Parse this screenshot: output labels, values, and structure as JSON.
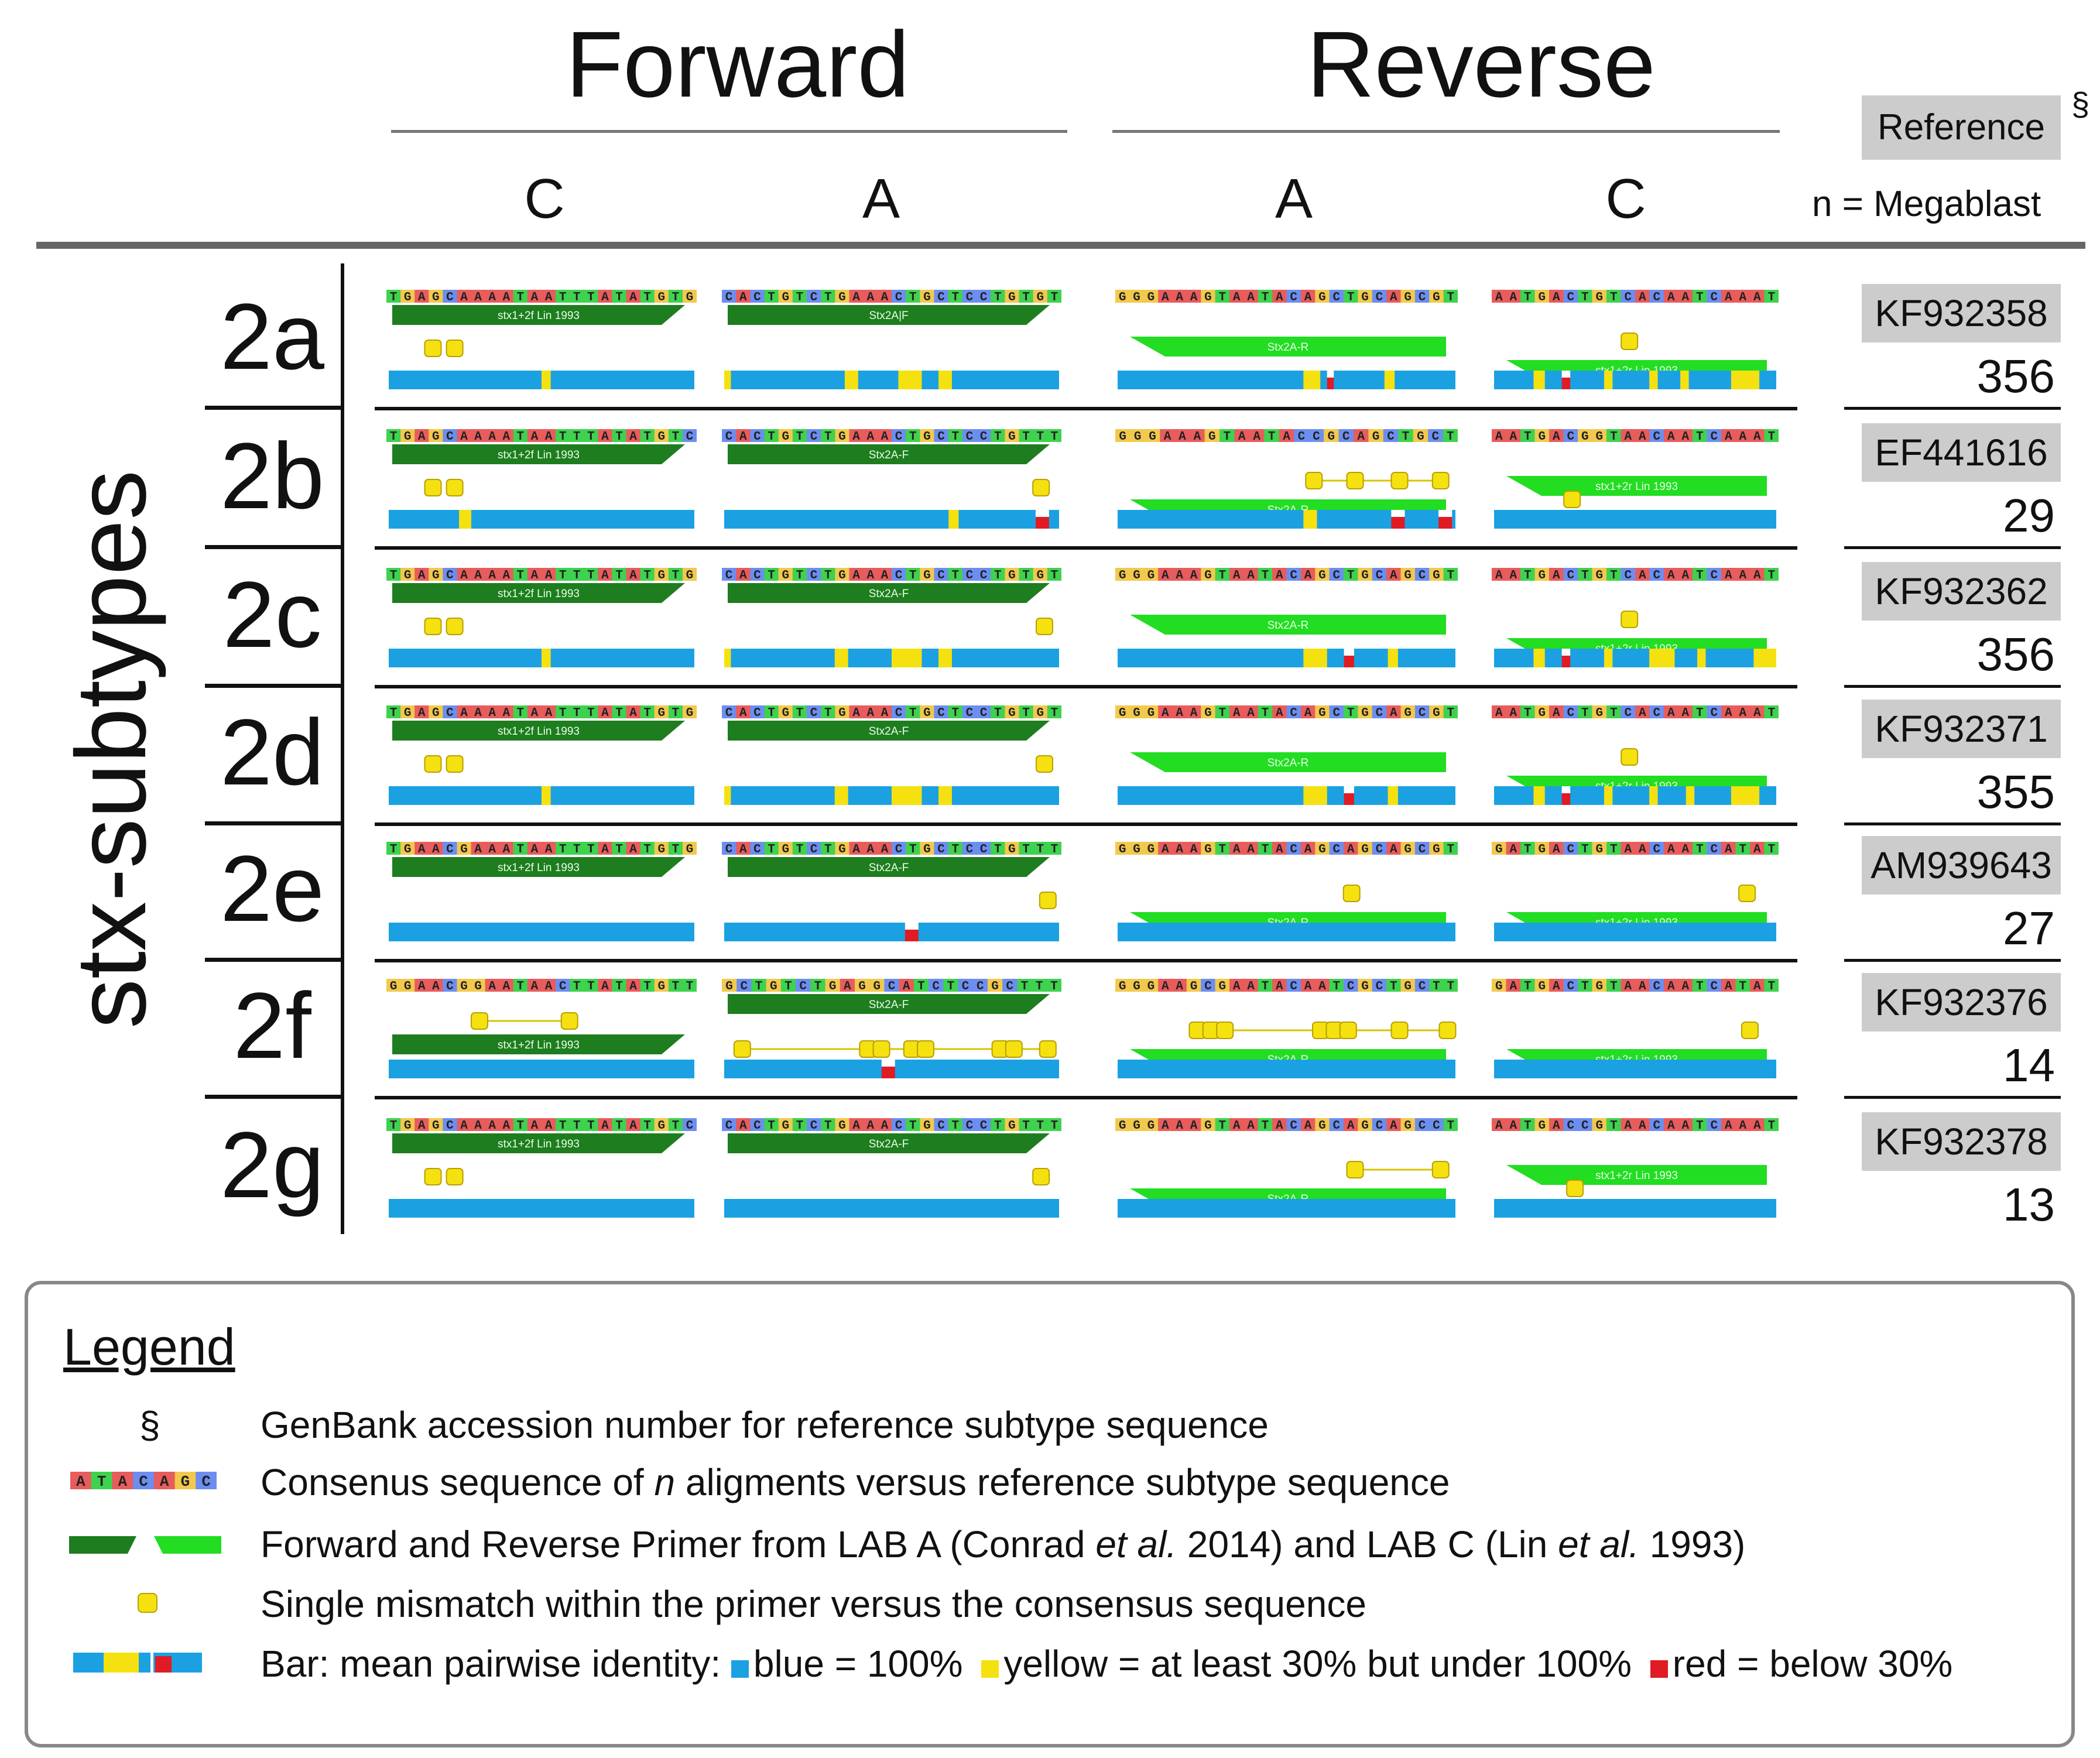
{
  "header": {
    "forward": "Forward",
    "reverse": "Reverse",
    "col_fc": "C",
    "col_fa": "A",
    "col_ra": "A",
    "col_rc": "C",
    "reference": "Reference",
    "section": "§",
    "n_megablast": "n = Megablast"
  },
  "side_label": "stx-subtypes",
  "rows": [
    {
      "subtype": "2a",
      "accession": "KF932358",
      "n": "356",
      "seqs": [
        "TGAGCAAAATAATTTATATGTG",
        "CACTGTCTGAAACTGCTCCTGTGT",
        "GGGAAAGTAATACAGCTGCAGCGT",
        "AATGACTGTCACAATCAAAT"
      ],
      "primers": [
        "stx1+2f Lin 1993",
        "Stx2A|F",
        "Stx2A-R",
        "stx1+2r Lin 1993"
      ]
    },
    {
      "subtype": "2b",
      "accession": "EF441616",
      "n": "29",
      "seqs": [
        "TGAGCAAAATAATTTATATGTC",
        "CACTGTCTGAAACTGCTCCTGTTT",
        "GGGAAAGTAATACCGCAGCTGCT",
        "AATGACGGTAACAATCAAAT"
      ],
      "primers": [
        "stx1+2f Lin 1993",
        "Stx2A-F",
        "Stx2A-R",
        "stx1+2r Lin 1993"
      ]
    },
    {
      "subtype": "2c",
      "accession": "KF932362",
      "n": "356",
      "seqs": [
        "TGAGCAAAATAATTTATATGTG",
        "CACTGTCTGAAACTGCTCCTGTGT",
        "GGGAAAGTAATACAGCTGCAGCGT",
        "AATGACTGTCACAATCAAAT"
      ],
      "primers": [
        "stx1+2f Lin 1993",
        "Stx2A-F",
        "Stx2A-R",
        "stx1+2r Lin 1993"
      ]
    },
    {
      "subtype": "2d",
      "accession": "KF932371",
      "n": "355",
      "seqs": [
        "TGAGCAAAATAATTTATATGTG",
        "CACTGTCTGAAACTGCTCCTGTGT",
        "GGGAAAGTAATACAGCTGCAGCGT",
        "AATGACTGTCACAATCAAAT"
      ],
      "primers": [
        "stx1+2f Lin 1993",
        "Stx2A-F",
        "Stx2A-R",
        "stx1+2r Lin 1993"
      ]
    },
    {
      "subtype": "2e",
      "accession": "AM939643",
      "n": "27",
      "seqs": [
        "TGAACGAAATAATTTATATGTG",
        "CACTGTCTGAAACTGCTCCTGTTT",
        "GGGAAAGTAATACAGCAGCAGCGT",
        "GATGACTGTAACAATCATAT"
      ],
      "primers": [
        "stx1+2f Lin 1993",
        "Stx2A-F",
        "Stx2A-R",
        "stx1+2r Lin 1993"
      ]
    },
    {
      "subtype": "2f",
      "accession": "KF932376",
      "n": "14",
      "seqs": [
        "GGAACGGAATAACTTATATGTT",
        "GCTGTCTGAGGCATCTCCGCTTT",
        "GGGAAGCGAATACAATCGCTGCTT",
        "GATGACTGTAACAATCATAT"
      ],
      "primers": [
        "stx1+2f Lin 1993",
        "Stx2A-F",
        "Stx2A-R",
        "stx1+2r Lin 1993"
      ]
    },
    {
      "subtype": "2g",
      "accession": "KF932378",
      "n": "13",
      "seqs": [
        "TGAGCAAAATAATTTATATGTC",
        "CACTGTCTGAAACTGCTCCTGTTT",
        "GGGAAAGTAATACAGCAGCAGCCT",
        "AATGACCGTAACAATCAAAT"
      ],
      "primers": [
        "stx1+2f Lin 1993",
        "Stx2A-F",
        "Stx2A-R",
        "stx1+2r Lin 1993"
      ]
    }
  ],
  "legend": {
    "title": "Legend",
    "section_symbol": "§",
    "sample_sequence": "ATACAGC",
    "item1": "GenBank accession number for reference subtype sequence",
    "item2_a": "Consenus sequence of ",
    "item2_n": "n",
    "item2_b": " aligments versus reference subtype sequence",
    "item3_a": "Forward and Reverse Primer from LAB A (Conrad ",
    "item3_etal1": "et al.",
    "item3_b": " 2014) and LAB C (Lin ",
    "item3_etal2": "et al.",
    "item3_c": " 1993)",
    "item4": "Single mismatch within the primer versus the consensus sequence",
    "item5_a": "Bar: mean pairwise identity: ",
    "item5_blue": "blue = 100%",
    "item5_yellow": "yellow = at least 30% but under 100%",
    "item5_red": "red = below 30%"
  },
  "colors": {
    "blue": "#1ba1e2",
    "yellow": "#f5e10f",
    "red": "#e01b24",
    "primer_forward": "#1e7d1e",
    "primer_reverse": "#22dd22",
    "base_A": "#e85c5c",
    "base_C": "#6c8ef0",
    "base_G": "#f2c94c",
    "base_T": "#3fd24f"
  }
}
